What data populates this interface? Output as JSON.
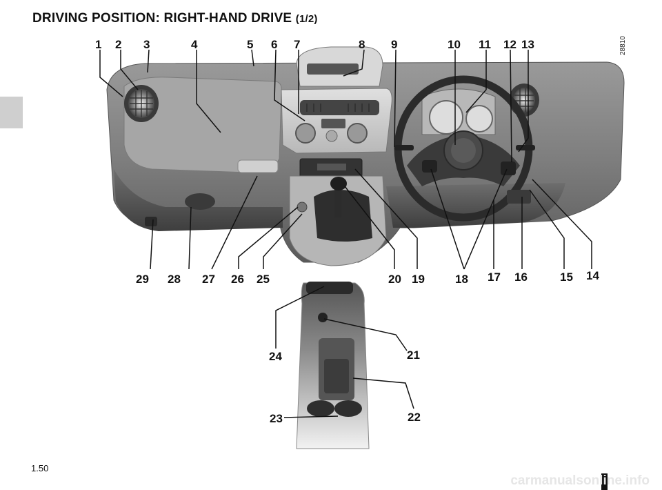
{
  "page": {
    "title_main": "DRIVING POSITION: RIGHT-HAND DRIVE",
    "title_suffix": "(1/2)",
    "ref_code": "28810",
    "page_number": "1.50",
    "watermark": "carmanualsonline.info"
  },
  "callouts_top": [
    "1",
    "2",
    "3",
    "4",
    "5",
    "6",
    "7",
    "8",
    "9",
    "10",
    "11",
    "12",
    "13"
  ],
  "callouts_bottom": [
    "29",
    "28",
    "27",
    "26",
    "25",
    "20",
    "19",
    "18",
    "17",
    "16",
    "15",
    "14"
  ],
  "callouts_console": [
    "24",
    "21",
    "23",
    "22"
  ]
}
